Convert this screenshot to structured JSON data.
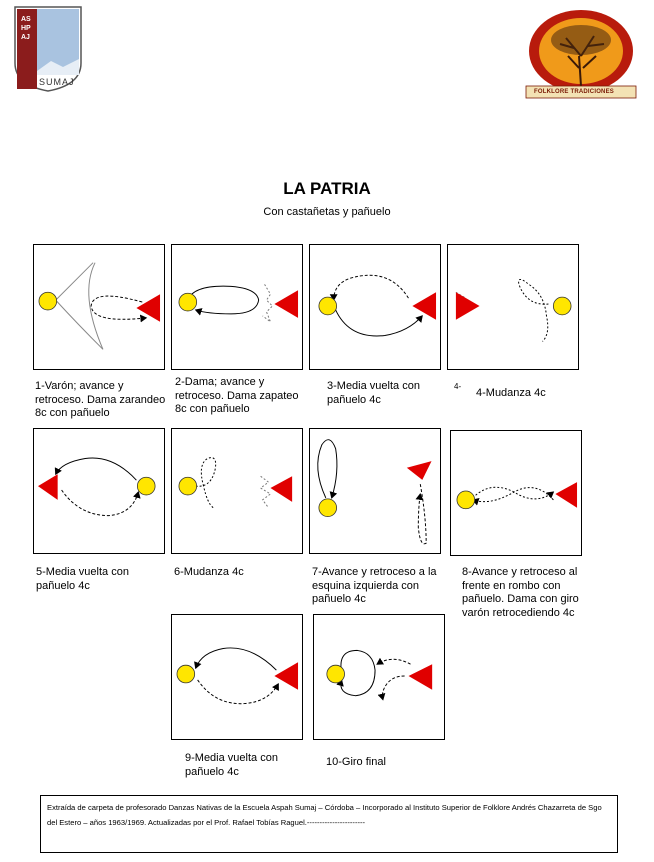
{
  "logos": {
    "left_text_vertical": "ASHPAJ",
    "left_text_horizontal": "SUMAJ",
    "right_text": "FOLKLORE TRADICIONES"
  },
  "title": "LA PATRIA",
  "subtitle": "Con castañetas y  pañuelo",
  "figures": [
    {
      "id": "f1",
      "caption": "1-Varón; avance y retroceso. Dama zarandeo 8c con pañuelo"
    },
    {
      "id": "f2",
      "caption": "2-Dama; avance y retroceso. Dama zapateo 8c con pañuelo"
    },
    {
      "id": "f3",
      "caption": "3-Media vuelta con pañuelo 4c"
    },
    {
      "id": "f4",
      "caption_prefix": "4-",
      "caption": "4-Mudanza 4c"
    },
    {
      "id": "f5",
      "caption": "5-Media vuelta con pañuelo 4c"
    },
    {
      "id": "f6",
      "caption": "6-Mudanza 4c"
    },
    {
      "id": "f7",
      "caption": "7-Avance y retroceso a la esquina izquierda con pañuelo 4c"
    },
    {
      "id": "f8",
      "caption": "8-Avance y retroceso al frente en rombo con pañuelo. Dama con giro varón retrocediendo 4c"
    },
    {
      "id": "f9",
      "caption": "9-Media vuelta con pañuelo 4c"
    },
    {
      "id": "f10",
      "caption": "10-Giro final"
    }
  ],
  "footer": "Extraída de carpeta de profesorado Danzas Nativas de la Escuela Aspah Sumaj – Córdoba – Incorporado al Instituto Superior de Folklore Andrés Chazarreta de Sgo del Estero – años 1963/1969. Actualizadas por el Prof. Rafael Tobías Raguel.-----------------------",
  "colors": {
    "dancer_man": "#ffe600",
    "dancer_woman": "#e00000",
    "logo_blue": "#6f8fb6",
    "logo_red": "#b01818"
  }
}
